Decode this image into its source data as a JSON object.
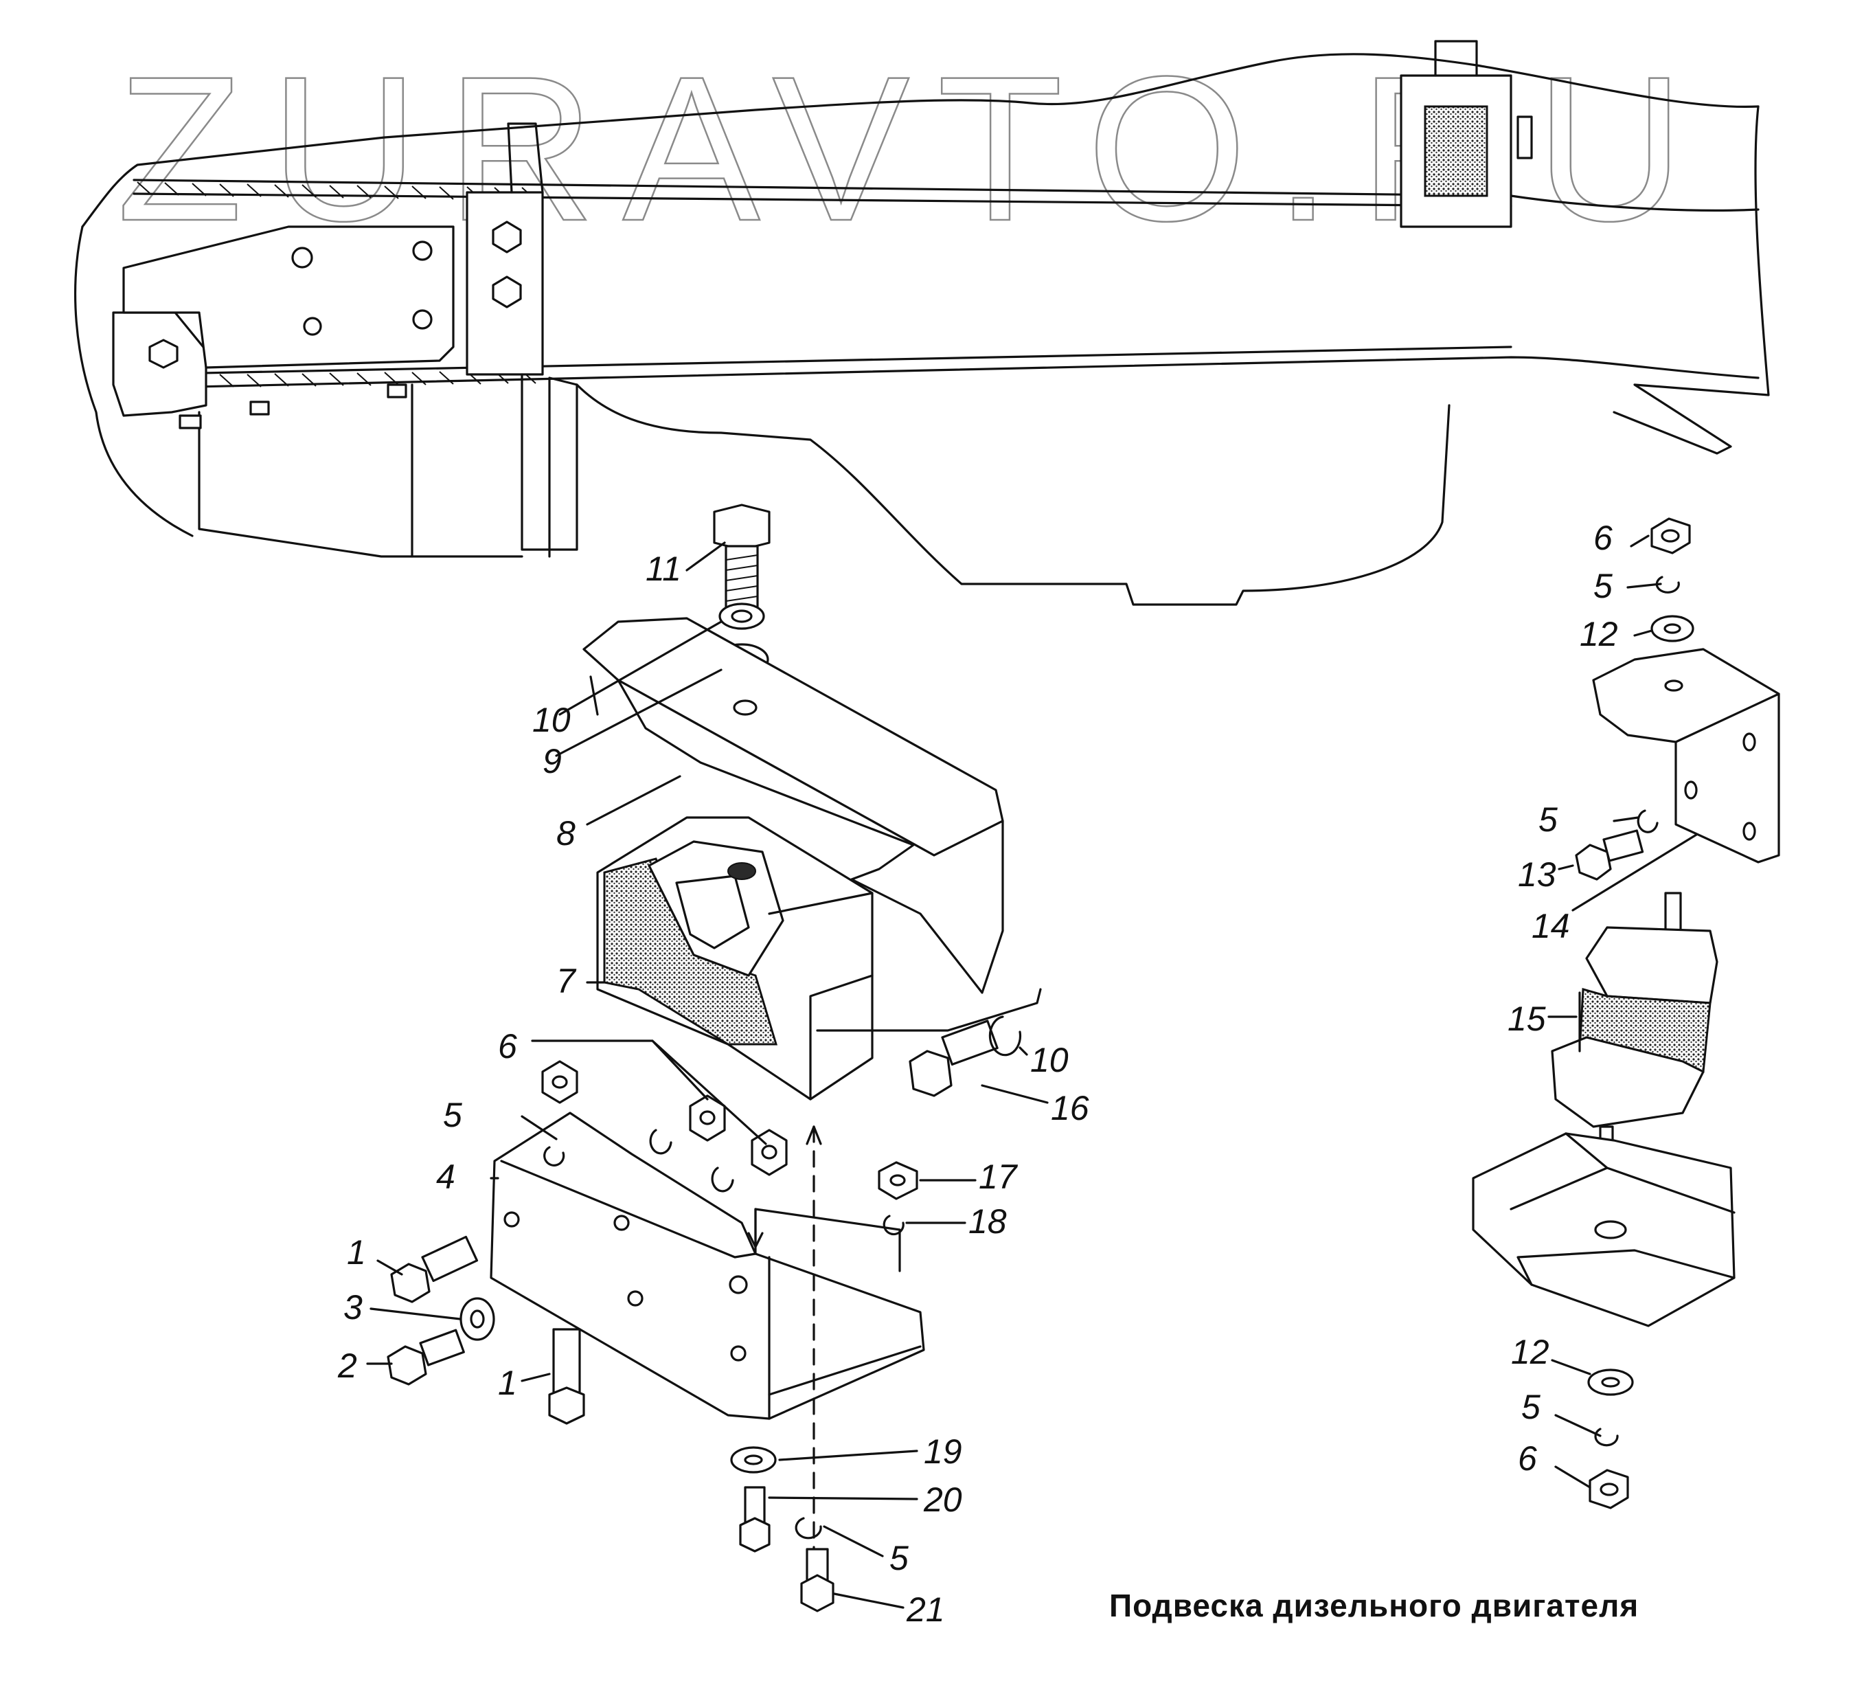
{
  "watermark": "ZURAVTO.RU",
  "caption": "Подвеска дизельного двигателя",
  "callouts": [
    {
      "id": "1a",
      "label": "1"
    },
    {
      "id": "1b",
      "label": "1"
    },
    {
      "id": "2",
      "label": "2"
    },
    {
      "id": "3",
      "label": "3"
    },
    {
      "id": "4",
      "label": "4"
    },
    {
      "id": "5a",
      "label": "5"
    },
    {
      "id": "5b",
      "label": "5"
    },
    {
      "id": "5c",
      "label": "5"
    },
    {
      "id": "5d",
      "label": "5"
    },
    {
      "id": "5e",
      "label": "5"
    },
    {
      "id": "6a",
      "label": "6"
    },
    {
      "id": "6b",
      "label": "6"
    },
    {
      "id": "6c",
      "label": "6"
    },
    {
      "id": "7",
      "label": "7"
    },
    {
      "id": "8",
      "label": "8"
    },
    {
      "id": "9",
      "label": "9"
    },
    {
      "id": "10a",
      "label": "10"
    },
    {
      "id": "10b",
      "label": "10"
    },
    {
      "id": "11",
      "label": "11"
    },
    {
      "id": "12a",
      "label": "12"
    },
    {
      "id": "12b",
      "label": "12"
    },
    {
      "id": "13",
      "label": "13"
    },
    {
      "id": "14",
      "label": "14"
    },
    {
      "id": "15",
      "label": "15"
    },
    {
      "id": "16",
      "label": "16"
    },
    {
      "id": "17",
      "label": "17"
    },
    {
      "id": "18",
      "label": "18"
    },
    {
      "id": "19",
      "label": "19"
    },
    {
      "id": "20",
      "label": "20"
    },
    {
      "id": "21",
      "label": "21"
    }
  ]
}
